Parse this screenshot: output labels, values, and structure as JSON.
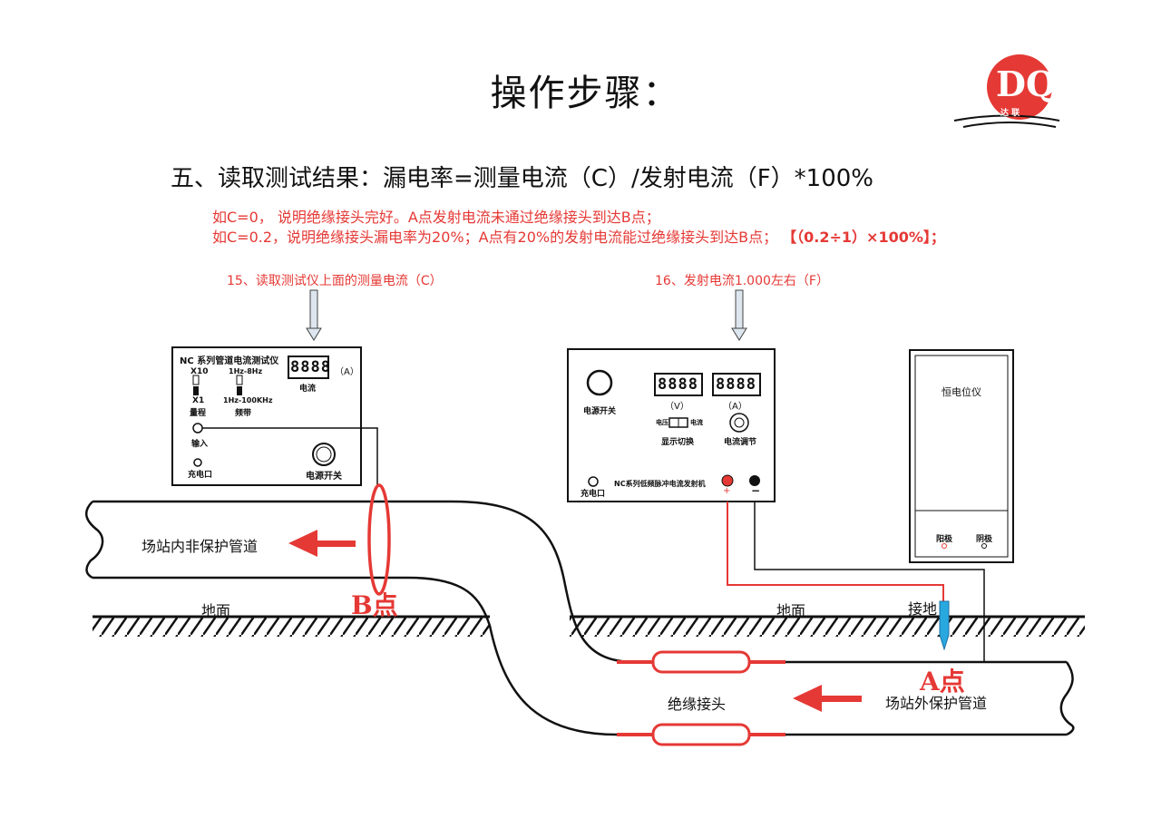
{
  "title": "操作步骤：",
  "logo": {
    "letters": "DQ",
    "chars": "达 联",
    "color": "#e53935"
  },
  "step": "五、读取测试结果：漏电率=测量电流（C）/发射电流（F）*100%",
  "notes": {
    "line1": "如C=0，    说明绝缘接头完好。A点发射电流未通过绝缘接头到达B点；",
    "line2_main": "如C=0.2，说明绝缘接头漏电率为20%；A点有20%的发射电流能过绝缘接头到达B点；",
    "line2_formula": "【（0.2÷1）×100%】；"
  },
  "callouts": {
    "c15": "15、读取测试仪上面的测量电流（C）",
    "c16": "16、发射电流1.000左右（F）"
  },
  "tester": {
    "title": "NC 系列管道电流测试仪",
    "display_unit": "（A）",
    "display_label": "电流",
    "range_top": "X10",
    "range_bottom": "X1",
    "range_label": "量程",
    "band_top": "1Hz-8Hz",
    "band_bottom": "1Hz-100KHz",
    "band_label": "频带",
    "input_label": "输入",
    "charge_label": "充电口",
    "power_label": "电源开关",
    "digits": "8888"
  },
  "transmitter": {
    "power_label": "电源开关",
    "v_unit": "（V）",
    "a_unit": "（A）",
    "switch_label": "显示切换",
    "switch_left": "电压",
    "switch_right": "电流",
    "knob_label": "电流调节",
    "charge_label": "充电口",
    "name": "NC系列低频脉冲电流发射机",
    "plus": "+",
    "minus": "−",
    "digits": "8888"
  },
  "potentiostat": {
    "title": "恒电位仪",
    "anode": "阳极",
    "cathode": "阴极"
  },
  "labels": {
    "pipe_left": "场站内非保护管道",
    "pipe_right": "场站外保护管道",
    "joint": "绝缘接头",
    "ground_left": "地面",
    "ground_right": "地面",
    "grounding": "接地",
    "point_a": "A点",
    "point_b": "B点"
  },
  "colors": {
    "accent": "#e53935",
    "probe": "#29a8e0"
  }
}
